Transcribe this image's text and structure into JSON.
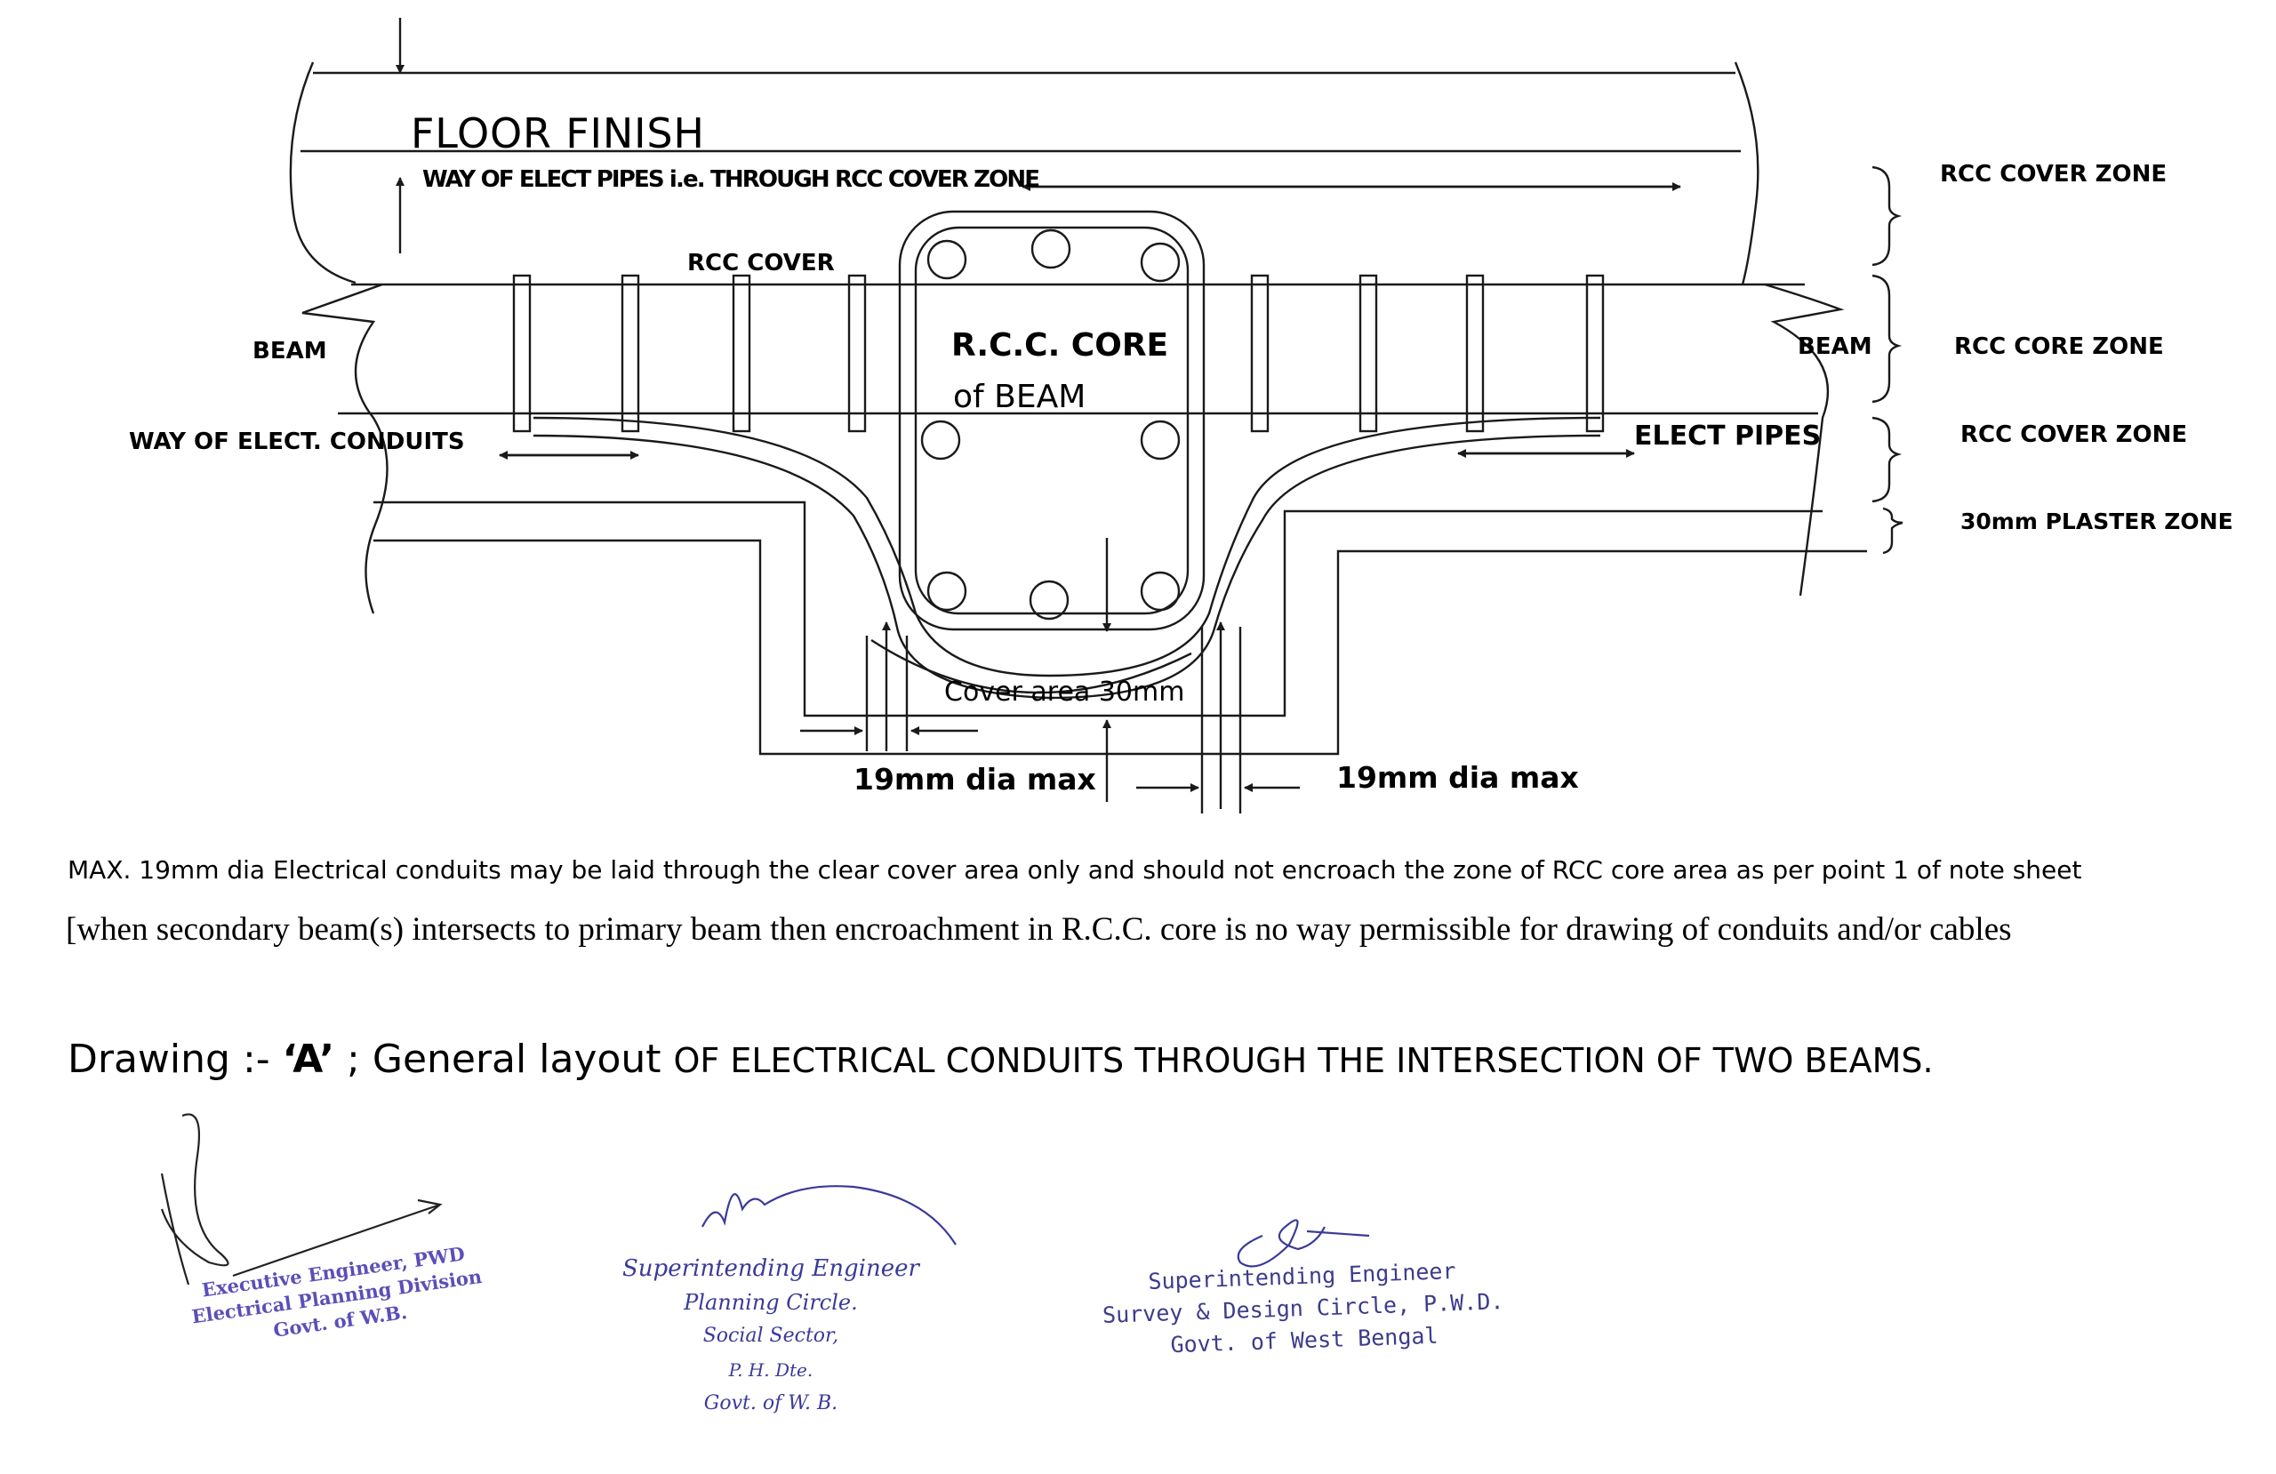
{
  "diagram": {
    "labels": {
      "floor_finish": "FLOOR  FINISH",
      "way_of_elect_pipes": "WAY  OF ELECT  PIPES i.e. THROUGH RCC COVER ZONE",
      "rcc_cover": "RCC  COVER",
      "beam_left": "BEAM",
      "beam_right": "BEAM",
      "way_of_elect_conduits": "WAY OF  ELECT. CONDUITS",
      "rcc_core_line1": "R.C.C. CORE",
      "rcc_core_line2": "of BEAM",
      "elect_pipes": "ELECT  PIPES",
      "cover_area": "Cover area 30mm",
      "dia_left": "19mm dia max",
      "dia_right": "19mm dia max"
    },
    "zones": [
      "RCC  COVER ZONE",
      "RCC  CORE  ZONE",
      "RCC  COVER ZONE",
      "30mm PLASTER ZONE"
    ]
  },
  "notes": {
    "line1": "MAX. 19mm dia Electrical conduits may be laid through the clear cover area only and should not encroach the zone of RCC core area as per point 1 of note sheet",
    "line2": "[when secondary beam(s) intersects to primary beam then encroachment in R.C.C. core is no way permissible for drawing of conduits and/or cables"
  },
  "caption": {
    "prefix": "Drawing  :- ",
    "letter": "‘A’",
    "sep": " ;  ",
    "title_part1": "General layout ",
    "title_part2": "OF  ELECTRICAL CONDUITS  THROUGH  THE INTERSECTION OF TWO  BEAMS."
  },
  "signatures": {
    "sig1": [
      "Executive Engineer, PWD",
      "Electrical Planning Division",
      "Govt. of W.B."
    ],
    "sig2": [
      "Superintending Engineer",
      "Planning  Circle.",
      "Social  Sector,",
      "P. H. Dte.",
      "Govt. of  W. B."
    ],
    "sig3": [
      "Superintending Engineer",
      "Survey & Design Circle, P.W.D.",
      "Govt. of West Bengal"
    ]
  },
  "colors": {
    "line": "#1a1a1a",
    "stamp_ink": "#5a4fb8",
    "handwriting_ink": "#3a3a9a"
  }
}
